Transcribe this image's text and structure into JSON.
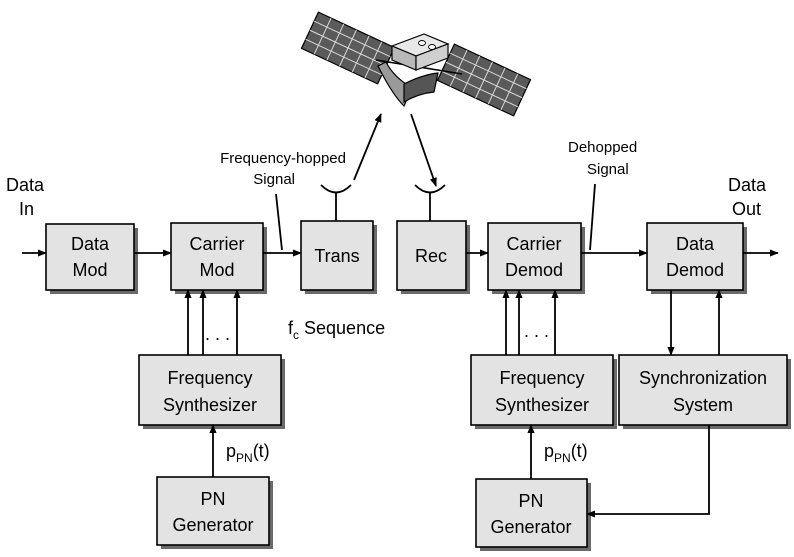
{
  "blocks": {
    "data_mod": [
      "Data",
      "Mod"
    ],
    "carrier_mod": [
      "Carrier",
      "Mod"
    ],
    "trans": [
      "Trans"
    ],
    "rec": [
      "Rec"
    ],
    "carrier_demod": [
      "Carrier",
      "Demod"
    ],
    "data_demod": [
      "Data",
      "Demod"
    ],
    "freq_synth_tx": [
      "Frequency",
      "Synthesizer"
    ],
    "freq_synth_rx": [
      "Frequency",
      "Synthesizer"
    ],
    "sync_system": [
      "Synchronization",
      "System"
    ],
    "pn_gen_tx": [
      "PN",
      "Generator"
    ],
    "pn_gen_rx": [
      "PN",
      "Generator"
    ]
  },
  "labels": {
    "data_in": [
      "Data",
      "In"
    ],
    "data_out": [
      "Data",
      "Out"
    ],
    "freq_hopped": [
      "Frequency-hopped",
      "Signal"
    ],
    "dehopped": [
      "Dehopped",
      "Signal"
    ],
    "fc_main": "f",
    "fc_sub": "c",
    "fc_rest": " Sequence",
    "ppn_main": "p",
    "ppn_sub": "PN",
    "ppn_rest": "(t)",
    "dots": ". . ."
  },
  "icons": {
    "satellite": "satellite-icon",
    "antenna": "dish-antenna-icon"
  },
  "colors": {
    "block_fill": "#e3e3e3",
    "block_shadow": "#6a6a6a",
    "ink": "#000000"
  }
}
